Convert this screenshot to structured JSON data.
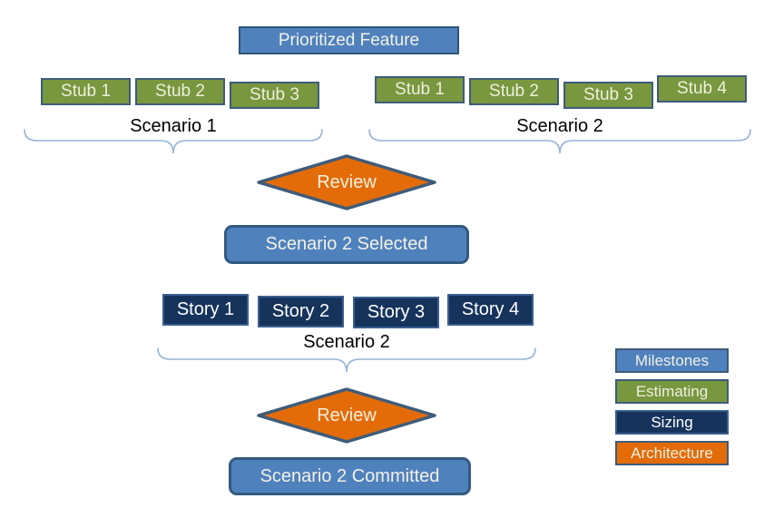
{
  "flow": {
    "prioritized_feature": "Prioritized Feature",
    "scenario1": {
      "label": "Scenario 1",
      "stubs": [
        "Stub 1",
        "Stub 2",
        "Stub 3"
      ]
    },
    "scenario2": {
      "label": "Scenario 2",
      "stubs": [
        "Stub 1",
        "Stub 2",
        "Stub 3",
        "Stub 4"
      ]
    },
    "review1": "Review",
    "selected": "Scenario 2 Selected",
    "stories": {
      "label": "Scenario 2",
      "items": [
        "Story 1",
        "Story 2",
        "Story 3",
        "Story 4"
      ]
    },
    "review2": "Review",
    "committed": "Scenario 2 Committed"
  },
  "legend": {
    "items": [
      {
        "label": "Milestones",
        "color": "#4F81BD"
      },
      {
        "label": "Estimating",
        "color": "#78973F"
      },
      {
        "label": "Sizing",
        "color": "#16335C"
      },
      {
        "label": "Architecture",
        "color": "#E36C09"
      }
    ]
  },
  "colors": {
    "milestone_blue": "#4F81BD",
    "estimating_green": "#78973F",
    "sizing_navy": "#16335C",
    "architecture_orange": "#E36C09",
    "box_border": "#3E5C7A",
    "blue_box_border": "#325A80",
    "brace_line": "#95B3D7",
    "background": "#FFFFFF"
  }
}
